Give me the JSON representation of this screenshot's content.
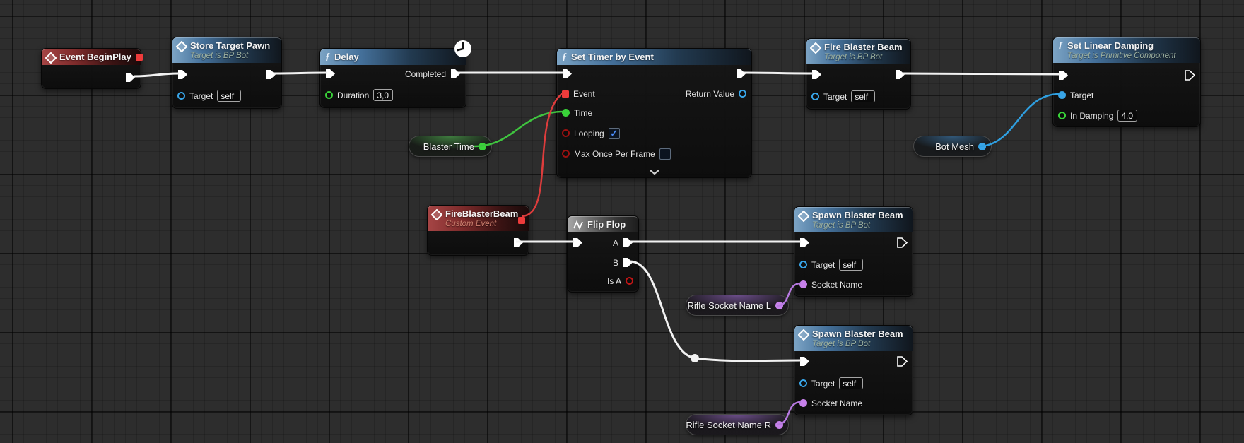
{
  "icons": {
    "function_glyph": "ƒ",
    "looping_check_glyph": "✓",
    "max_once_check_glyph": ""
  },
  "nodes": {
    "event_begin_play": {
      "title": "Event BeginPlay"
    },
    "store_target_pawn": {
      "title": "Store Target Pawn",
      "subtitle": "Target is BP Bot",
      "pins": {
        "target_label": "Target",
        "target_value": "self"
      }
    },
    "delay": {
      "title": "Delay",
      "pins": {
        "completed_label": "Completed",
        "duration_label": "Duration",
        "duration_value": "3,0"
      }
    },
    "set_timer_by_event": {
      "title": "Set Timer by Event",
      "pins": {
        "event_label": "Event",
        "time_label": "Time",
        "looping_label": "Looping",
        "looping_checked": true,
        "max_once_label": "Max Once Per Frame",
        "max_once_checked": false,
        "return_label": "Return Value"
      }
    },
    "fire_blaster_beam": {
      "title": "Fire Blaster Beam",
      "subtitle": "Target is BP Bot",
      "pins": {
        "target_label": "Target",
        "target_value": "self"
      }
    },
    "set_linear_damping": {
      "title": "Set Linear Damping",
      "subtitle": "Target is Primitive Component",
      "pins": {
        "target_label": "Target",
        "in_damping_label": "In Damping",
        "in_damping_value": "4,0"
      }
    },
    "blaster_time": {
      "label": "Blaster Time"
    },
    "bot_mesh": {
      "label": "Bot Mesh"
    },
    "fire_blaster_beam_event": {
      "title": "FireBlasterBeam",
      "subtitle": "Custom Event"
    },
    "flip_flop": {
      "title": "Flip Flop",
      "pins": {
        "a_label": "A",
        "b_label": "B",
        "is_a_label": "Is A"
      }
    },
    "spawn_blaster_beam_top": {
      "title": "Spawn Blaster Beam",
      "subtitle": "Target is BP Bot",
      "pins": {
        "target_label": "Target",
        "target_value": "self",
        "socket_label": "Socket Name"
      }
    },
    "spawn_blaster_beam_bottom": {
      "title": "Spawn Blaster Beam",
      "subtitle": "Target is BP Bot",
      "pins": {
        "target_label": "Target",
        "target_value": "self",
        "socket_label": "Socket Name"
      }
    },
    "rifle_socket_name_l": {
      "label": "Rifle Socket Name L"
    },
    "rifle_socket_name_r": {
      "label": "Rifle Socket Name R"
    }
  },
  "colors": {
    "exec_wire": "#f2f2f2",
    "float_pin": "#39d439",
    "object_pin": "#38a5e8",
    "delegate_pin": "#ee3b3b",
    "bool_pin": "#9b1010",
    "name_pin": "#c781ea",
    "wire_red": "#dd3c3c",
    "wire_green": "#3fc43f",
    "wire_blue": "#2f9fe0",
    "wire_purple": "#b678e0",
    "header_function_blue": "#44709a",
    "header_event_red": "#7c2a2a",
    "header_macro_gray": "#6f6f6f"
  }
}
